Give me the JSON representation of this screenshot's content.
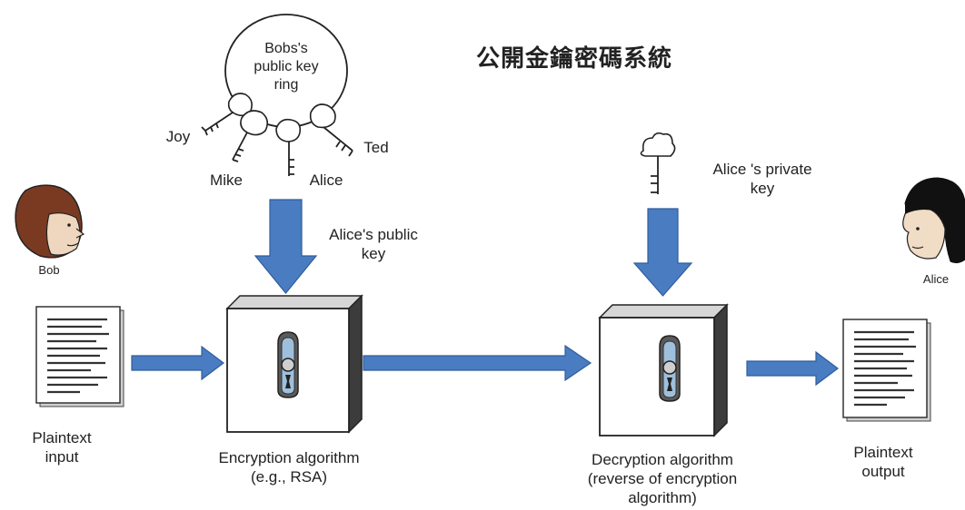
{
  "title": "公開金鑰密碼系統",
  "people": {
    "sender": "Bob",
    "receiver": "Alice"
  },
  "key_ring": {
    "label": "Bobs's\npublic key\nring",
    "keys": [
      "Joy",
      "Mike",
      "Alice",
      "Ted"
    ]
  },
  "keys": {
    "public_key": "Alice's public\nkey",
    "private_key": "Alice 's private\nkey"
  },
  "nodes": {
    "plaintext_input": "Plaintext\ninput",
    "encryption": "Encryption algorithm\n(e.g., RSA)",
    "decryption": "Decryption algorithm\n(reverse of encryption\nalgorithm)",
    "plaintext_output": "Plaintext\noutput"
  },
  "colors": {
    "arrow": "#4a7cc2",
    "arrow_stroke": "#2f5d9c",
    "box_front": "#ffffff",
    "box_side": "#3c3c3c",
    "box_top": "#d6d6d6",
    "line": "#222222"
  }
}
